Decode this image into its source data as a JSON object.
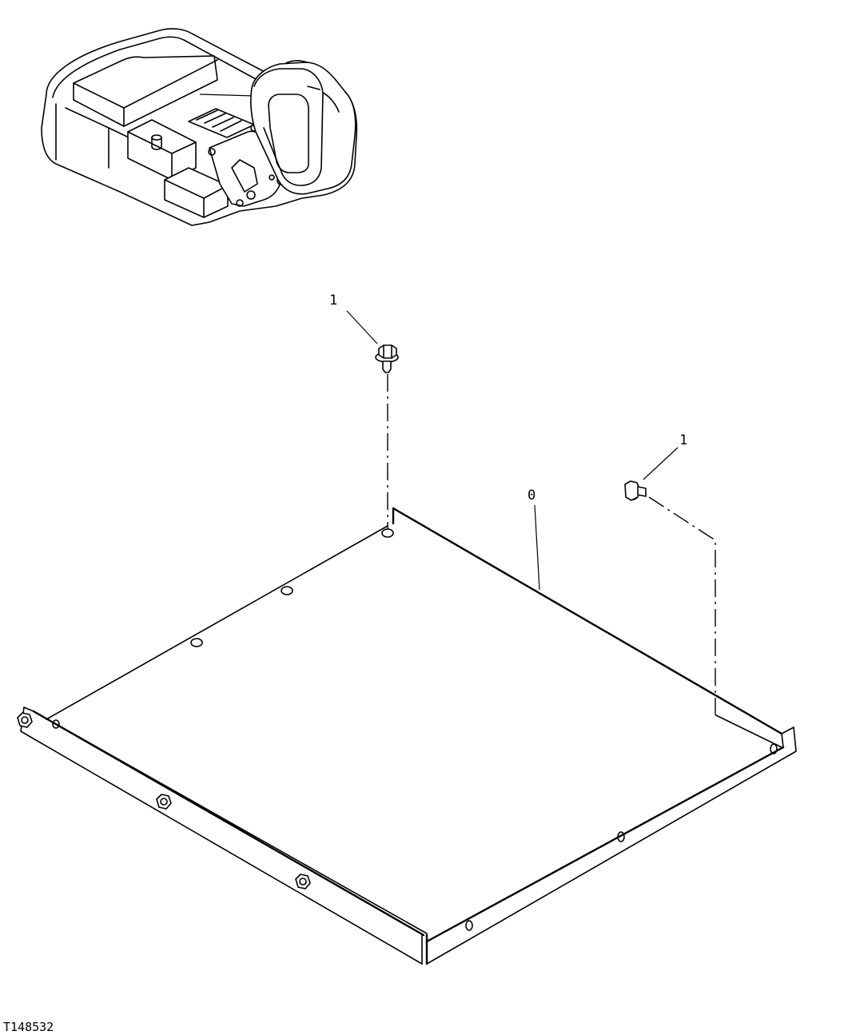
{
  "callouts": {
    "screw_top": "1",
    "screw_right": "1",
    "cover_plate": "0"
  },
  "figure_id": "T148532"
}
